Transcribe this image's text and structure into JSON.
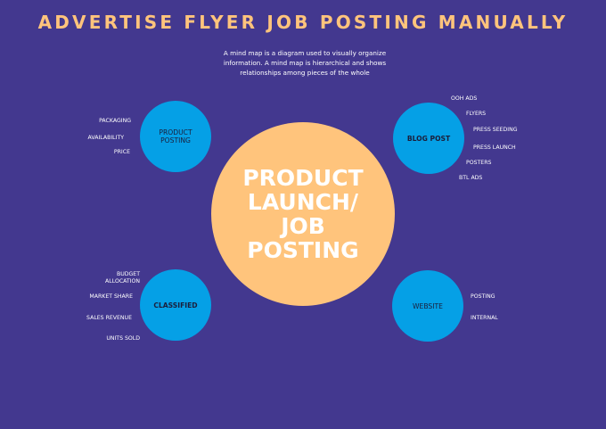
{
  "title": "ADVERTISE FLYER JOB POSTING MANUALLY",
  "description": "A mind map is a diagram used to visually organize information. A mind map is hierarchical and shows relationships among pieces of the whole",
  "center": {
    "label": "PRODUCT LAUNCH/ JOB POSTING"
  },
  "nodes": {
    "product_posting": {
      "label": "PRODUCT POSTING",
      "items": [
        "PACKAGING",
        "AVAILABILITY",
        "PRICE"
      ]
    },
    "blog_post": {
      "label": "BLOG POST",
      "items": [
        "OOH ADS",
        "FLYERS",
        "PRESS SEEDING",
        "PRESS LAUNCH",
        "POSTERS",
        "BTL ADS"
      ]
    },
    "classified": {
      "label": "CLASSIFIED",
      "items": [
        "BUDGET ALLOCATION",
        "MARKET SHARE",
        "SALES REVENUE",
        "UNITS SOLD"
      ]
    },
    "website": {
      "label": "WEBSITE",
      "items": [
        "POSTING",
        "INTERNAL"
      ]
    }
  },
  "colors": {
    "background": "#43388f",
    "accent": "#ffc47c",
    "node": "#05a0e6"
  }
}
